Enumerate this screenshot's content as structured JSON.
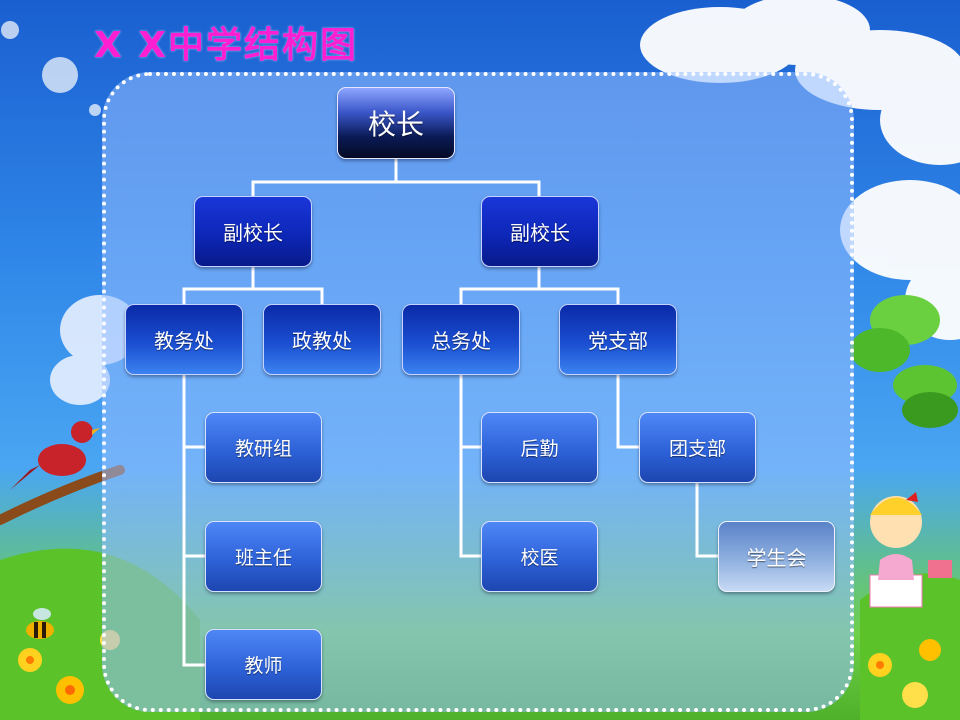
{
  "title": "X X中学结构图",
  "nodes": {
    "principal": "校长",
    "vice_principal_left": "副校长",
    "vice_principal_right": "副校长",
    "academic_office": "教务处",
    "political_office": "政教处",
    "general_affairs": "总务处",
    "party_branch": "党支部",
    "research_group": "教研组",
    "head_teacher": "班主任",
    "teacher": "教师",
    "logistics": "后勤",
    "school_clinic": "校医",
    "youth_league": "团支部",
    "student_union": "学生会"
  }
}
